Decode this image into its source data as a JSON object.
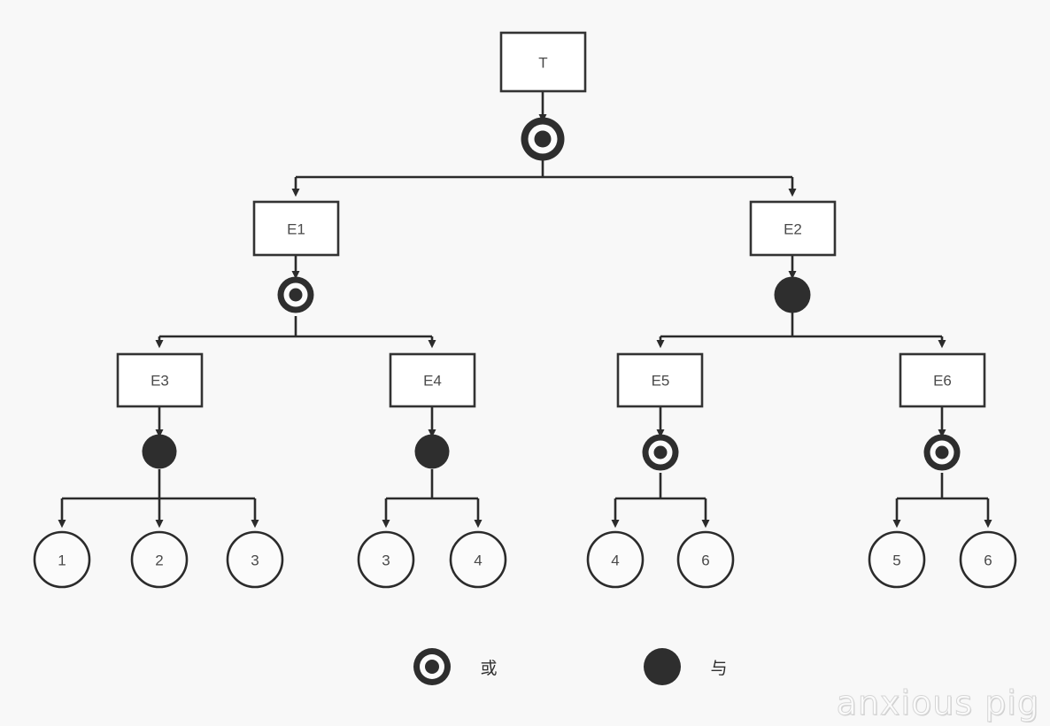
{
  "diagram": {
    "type": "fault-tree",
    "background_color": "#f8f8f8",
    "stroke_color": "#2b2b2b",
    "box_fill": "#ffffff",
    "gate_color": "#2e2e2e"
  },
  "nodes": {
    "top": {
      "id": "T",
      "label": "T",
      "shape": "box",
      "gate": "or"
    },
    "intermediate": [
      {
        "id": "E1",
        "label": "E1",
        "shape": "box",
        "gate": "or"
      },
      {
        "id": "E2",
        "label": "E2",
        "shape": "box",
        "gate": "and"
      },
      {
        "id": "E3",
        "label": "E3",
        "shape": "box",
        "gate": "and"
      },
      {
        "id": "E4",
        "label": "E4",
        "shape": "box",
        "gate": "and"
      },
      {
        "id": "E5",
        "label": "E5",
        "shape": "box",
        "gate": "or"
      },
      {
        "id": "E6",
        "label": "E6",
        "shape": "box",
        "gate": "or"
      }
    ],
    "basic_events": [
      {
        "id": "b1",
        "label": "1",
        "shape": "circle",
        "parent": "E3"
      },
      {
        "id": "b2",
        "label": "2",
        "shape": "circle",
        "parent": "E3"
      },
      {
        "id": "b3",
        "label": "3",
        "shape": "circle",
        "parent": "E3"
      },
      {
        "id": "b4",
        "label": "3",
        "shape": "circle",
        "parent": "E4"
      },
      {
        "id": "b5",
        "label": "4",
        "shape": "circle",
        "parent": "E4"
      },
      {
        "id": "b6",
        "label": "4",
        "shape": "circle",
        "parent": "E5"
      },
      {
        "id": "b7",
        "label": "6",
        "shape": "circle",
        "parent": "E5"
      },
      {
        "id": "b8",
        "label": "5",
        "shape": "circle",
        "parent": "E6"
      },
      {
        "id": "b9",
        "label": "6",
        "shape": "circle",
        "parent": "E6"
      }
    ]
  },
  "edges": [
    {
      "from": "T",
      "gate": "or",
      "to": [
        "E1",
        "E2"
      ]
    },
    {
      "from": "E1",
      "gate": "or",
      "to": [
        "E3",
        "E4"
      ]
    },
    {
      "from": "E2",
      "gate": "and",
      "to": [
        "E5",
        "E6"
      ]
    },
    {
      "from": "E3",
      "gate": "and",
      "to": [
        "1",
        "2",
        "3"
      ]
    },
    {
      "from": "E4",
      "gate": "and",
      "to": [
        "3",
        "4"
      ]
    },
    {
      "from": "E5",
      "gate": "or",
      "to": [
        "4",
        "6"
      ]
    },
    {
      "from": "E6",
      "gate": "or",
      "to": [
        "5",
        "6"
      ]
    }
  ],
  "legend": {
    "items": [
      {
        "symbol": "or-gate-icon",
        "label": "或"
      },
      {
        "symbol": "and-gate-icon",
        "label": "与"
      }
    ]
  },
  "watermark": {
    "text": "anxious pig"
  }
}
